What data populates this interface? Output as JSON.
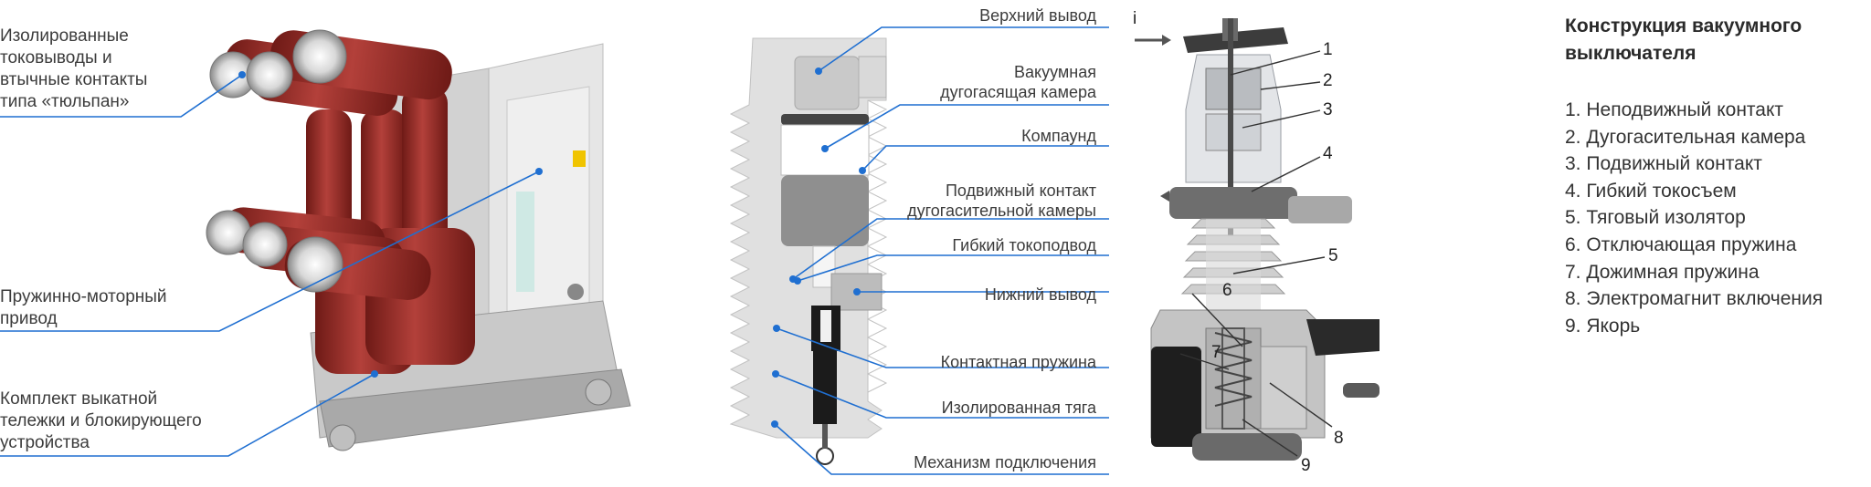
{
  "left_panel": {
    "labels": [
      "Изолированные\nтоковыводы и\nвтычные контакты\nтипа «тюльпан»",
      "Пружинно-моторный\nпривод",
      "Комплект выкатной\nтележки и блокирующего\nустройства"
    ]
  },
  "middle_panel": {
    "labels": [
      "Верхний вывод",
      "Вакуумная\nдугогасящая камера",
      "Компаунд",
      "Подвижный контакт\nдугогасительной камеры",
      "Гибкий токоподвод",
      "Нижний вывод",
      "Контактная пружина",
      "Изолированная тяга",
      "Механизм подключения"
    ]
  },
  "right_panel": {
    "current_symbol": "i",
    "numbers": [
      "1",
      "2",
      "3",
      "4",
      "5",
      "6",
      "7",
      "8",
      "9"
    ],
    "title": "Конструкция вакуумного\nвыключателя",
    "legend": [
      "1. Неподвижный контакт",
      "2. Дугогасительная камера",
      "3. Подвижный контакт",
      "4. Гибкий токосъем",
      "5. Тяговый изолятор",
      "6. Отключающая пружина",
      "7. Дожимная пружина",
      "8. Электромагнит включения",
      "9. Якорь"
    ]
  },
  "colors": {
    "leader": "#1f6fd1",
    "insulator": "#8e2620",
    "insulator_light": "#b3403a",
    "cabinet": "#e4e4e4",
    "section_fill": "#d4d4d4",
    "dark_part": "#1b1b1b"
  }
}
